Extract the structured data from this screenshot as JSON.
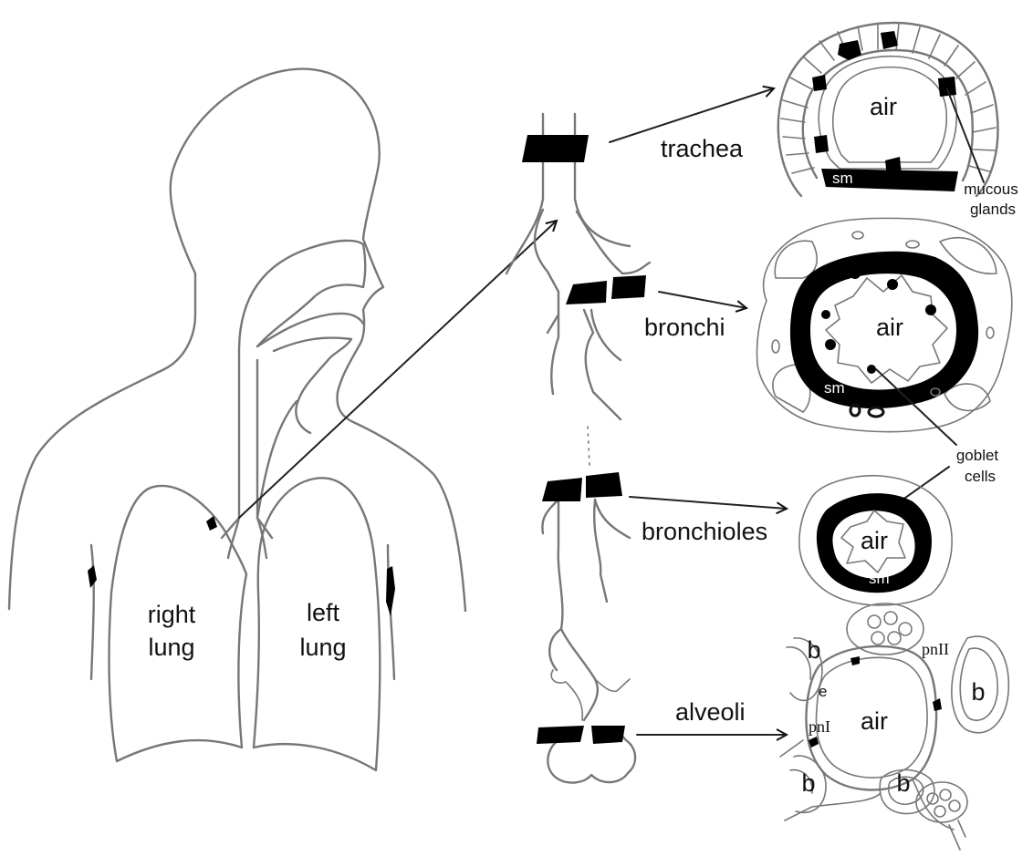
{
  "body": {
    "right_lung": [
      "right",
      "lung"
    ],
    "left_lung": [
      "left",
      "lung"
    ]
  },
  "airway_levels": {
    "trachea": "trachea",
    "bronchi": "bronchi",
    "bronchioles": "bronchioles",
    "alveoli": "alveoli"
  },
  "cross_sections": {
    "trachea": {
      "lumen": "air",
      "muscle": "sm"
    },
    "bronchi": {
      "lumen": "air",
      "muscle": "sm"
    },
    "bronchioles": {
      "lumen": "air",
      "muscle": "sm"
    },
    "alveoli": {
      "lumen": "air",
      "blood": "b",
      "epithelium": "e",
      "type1": "pnI",
      "type2": "pnII"
    }
  },
  "callouts": {
    "mucous_glands": [
      "mucous",
      "glands"
    ],
    "goblet_cells": [
      "goblet",
      "cells"
    ]
  }
}
